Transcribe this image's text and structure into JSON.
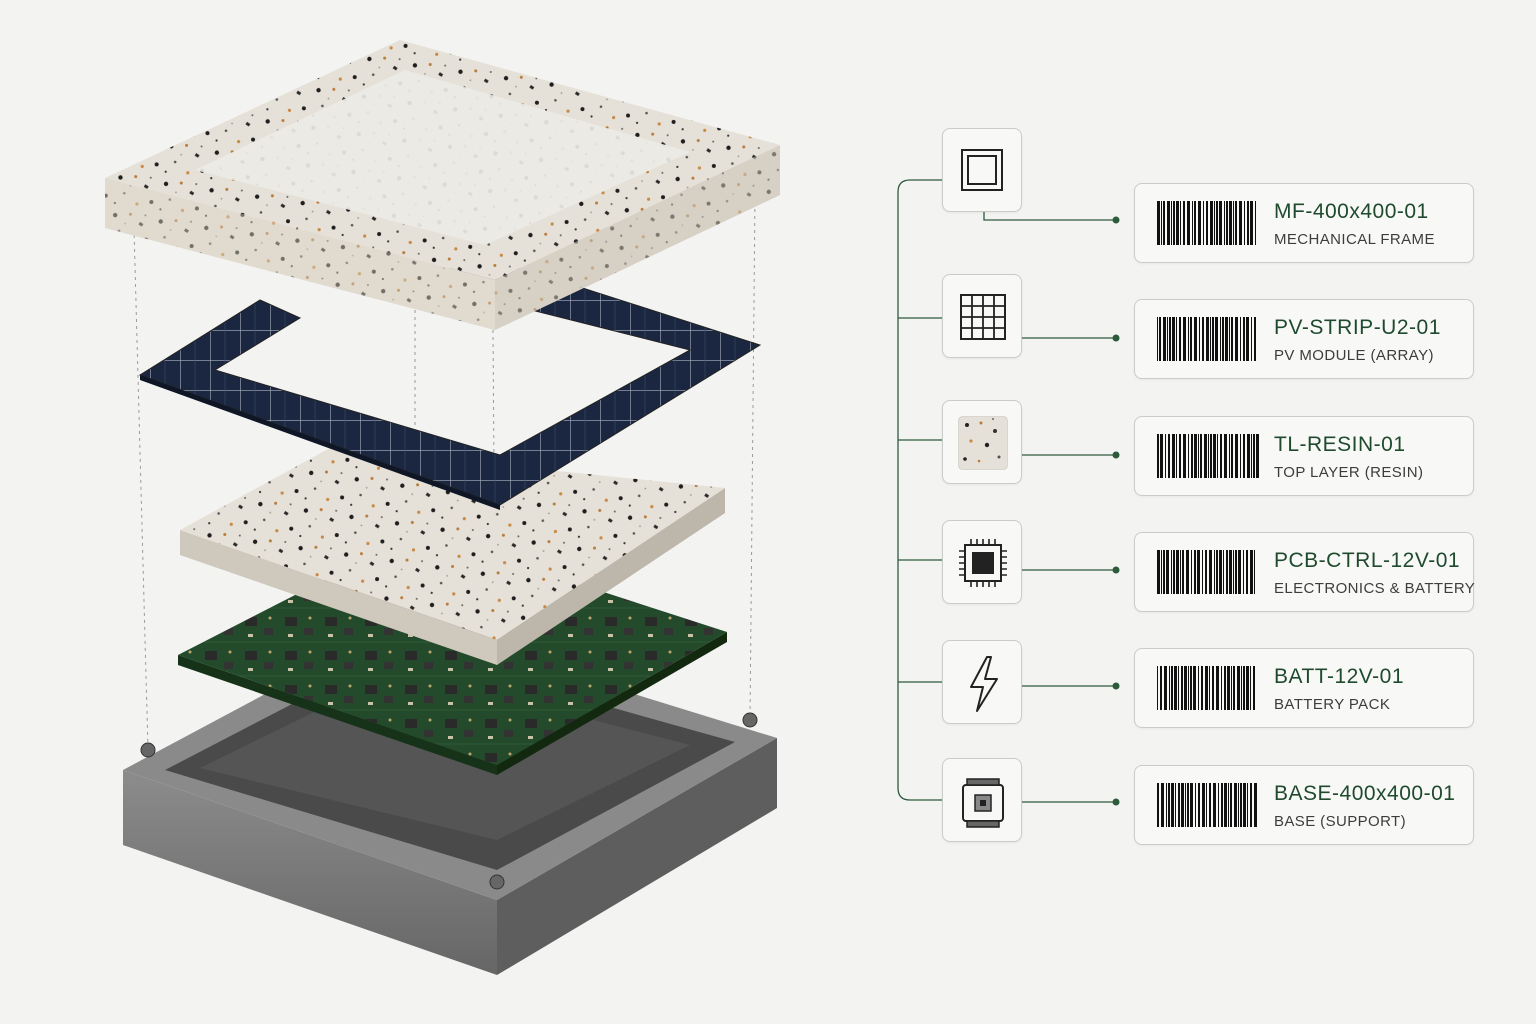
{
  "colors": {
    "accent": "#2e5a3c",
    "background": "#f3f3f1",
    "terrazzo": "#e6e1d8",
    "pv_cell": "#1b2740",
    "pcb": "#234a2a",
    "base": "#7c7c7c"
  },
  "components": [
    {
      "icon": "frame-icon",
      "code": "MF-400x400-01",
      "desc": "MECHANICAL FRAME"
    },
    {
      "icon": "grid-icon",
      "code": "PV-STRIP-U2-01",
      "desc": "PV MODULE (ARRAY)"
    },
    {
      "icon": "resin-swatch-icon",
      "code": "TL-RESIN-01",
      "desc": "TOP LAYER (RESIN)"
    },
    {
      "icon": "chip-icon",
      "code": "PCB-CTRL-12V-01",
      "desc": "ELECTRONICS & BATTERY"
    },
    {
      "icon": "lightning-icon",
      "code": "BATT-12V-01",
      "desc": "BATTERY PACK"
    },
    {
      "icon": "base-bracket-icon",
      "code": "BASE-400x400-01",
      "desc": "BASE (SUPPORT)"
    }
  ]
}
